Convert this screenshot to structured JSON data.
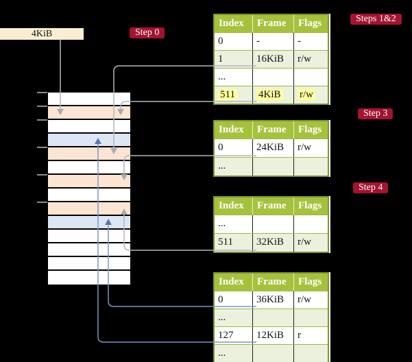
{
  "labels": {
    "base_box": "4KiB"
  },
  "badges": {
    "step0": {
      "label": "Step 0"
    },
    "steps12": {
      "label": "Steps 1&2"
    },
    "step3": {
      "label": "Step 3"
    },
    "step4": {
      "label": "Step 4"
    }
  },
  "colors": {
    "background": "#000000",
    "badge_red": "#a51330",
    "table_header_green": "#a6c23d",
    "table_border_olive": "#7d9729",
    "row_light_green": "#ebf1dd",
    "frame_peach": "#fbe5d2",
    "frame_blue": "#dce6f5",
    "base_box_cream": "#faeed2",
    "highlight_yellow": "#ffff9d",
    "gray_arrow": "#a7abb2",
    "blue_arrow": "#5c78a8"
  },
  "memory": {
    "rows": [
      "white",
      "peach",
      "white",
      "blue",
      "peach",
      "white",
      "peach",
      "white",
      "peach",
      "blue",
      "white",
      "white",
      "white",
      "white"
    ]
  },
  "tables": [
    {
      "name": "page-table-steps-1-2",
      "header": [
        "Index",
        "Frame",
        "Flags"
      ],
      "rows": [
        {
          "cells": [
            "0",
            "-",
            "-"
          ],
          "shade": "white"
        },
        {
          "cells": [
            "1",
            "16KiB",
            "r/w"
          ],
          "shade": "green"
        },
        {
          "cells": [
            "...",
            "",
            ""
          ],
          "shade": "white"
        },
        {
          "cells": [
            "511",
            "4KiB",
            "r/w"
          ],
          "shade": "green",
          "highlight": true
        }
      ]
    },
    {
      "name": "page-table-step-3",
      "header": [
        "Index",
        "Frame",
        "Flags"
      ],
      "rows": [
        {
          "cells": [
            "0",
            "24KiB",
            "r/w"
          ],
          "shade": "white"
        },
        {
          "cells": [
            "...",
            "",
            ""
          ],
          "shade": "green"
        }
      ]
    },
    {
      "name": "page-table-step-4a",
      "header": [
        "Index",
        "Frame",
        "Flags"
      ],
      "rows": [
        {
          "cells": [
            "...",
            "",
            ""
          ],
          "shade": "white"
        },
        {
          "cells": [
            "511",
            "32KiB",
            "r/w"
          ],
          "shade": "green"
        }
      ]
    },
    {
      "name": "page-table-step-4b",
      "header": [
        "Index",
        "Frame",
        "Flags"
      ],
      "rows": [
        {
          "cells": [
            "0",
            "36KiB",
            "r/w"
          ],
          "shade": "white"
        },
        {
          "cells": [
            "...",
            "",
            ""
          ],
          "shade": "green"
        },
        {
          "cells": [
            "127",
            "12KiB",
            "r"
          ],
          "shade": "white"
        },
        {
          "cells": [
            "...",
            "",
            ""
          ],
          "shade": "green"
        }
      ]
    }
  ]
}
